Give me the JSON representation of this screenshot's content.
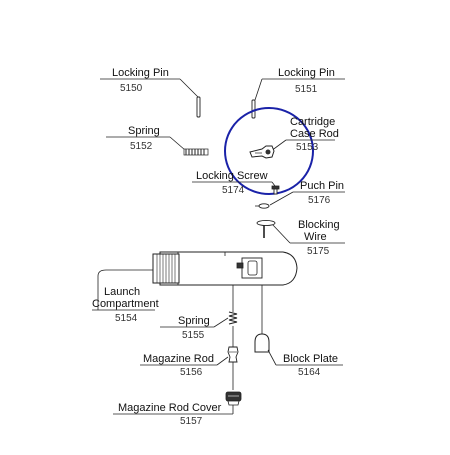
{
  "highlight_color": "#1a22a8",
  "line_color": "#222222",
  "callouts": {
    "locking_pin_left": {
      "label": "Locking Pin",
      "number": "5150"
    },
    "locking_pin_right": {
      "label": "Locking Pin",
      "number": "5151"
    },
    "spring_top": {
      "label": "Spring",
      "number": "5152"
    },
    "cartridge_case_rod": {
      "label_line1": "Cartridge",
      "label_line2": "Case Rod",
      "number": "5153"
    },
    "locking_screw": {
      "label": "Locking Screw",
      "number": "5174"
    },
    "puch_pin": {
      "label": "Puch Pin",
      "number": "5176"
    },
    "blocking_wire": {
      "label_line1": "Blocking",
      "label_line2": "Wire",
      "number": "5175"
    },
    "launch_compartment": {
      "label_line1": "Launch",
      "label_line2": "Compartment",
      "number": "5154"
    },
    "spring_bottom": {
      "label": "Spring",
      "number": "5155"
    },
    "magazine_rod": {
      "label": "Magazine Rod",
      "number": "5156"
    },
    "block_plate": {
      "label": "Block Plate",
      "number": "5164"
    },
    "magazine_rod_cover": {
      "label": "Magazine Rod Cover",
      "number": "5157"
    }
  }
}
